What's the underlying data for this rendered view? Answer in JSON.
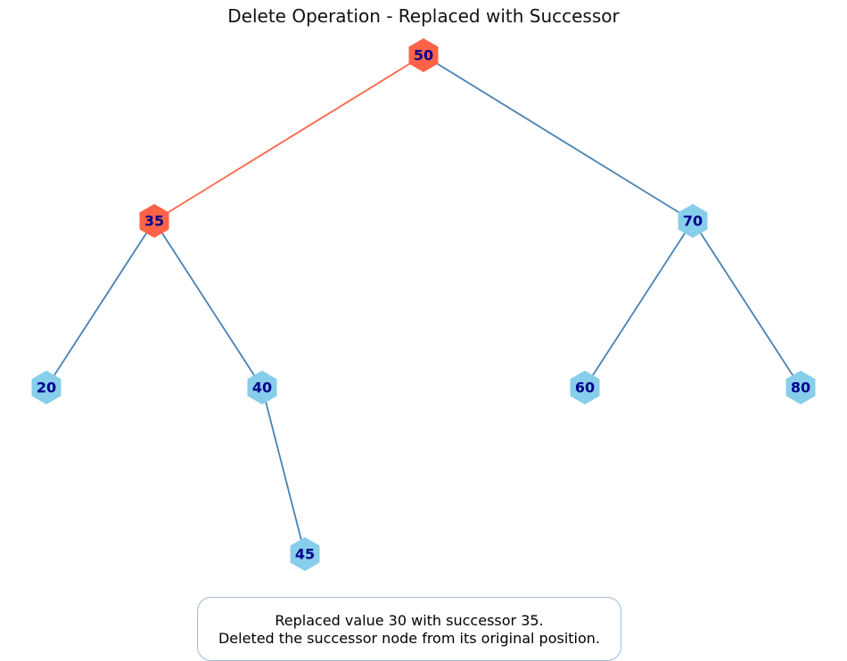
{
  "title": "Delete Operation - Replaced with Successor",
  "colors": {
    "node_default": "#87CEEB",
    "node_highlight": "#FF6347",
    "edge_default": "#4682B4",
    "edge_highlight": "#FF6347",
    "label": "#00008B"
  },
  "nodes": [
    {
      "id": "n50",
      "label": "50",
      "highlight": true
    },
    {
      "id": "n35",
      "label": "35",
      "highlight": true
    },
    {
      "id": "n70",
      "label": "70",
      "highlight": false
    },
    {
      "id": "n20",
      "label": "20",
      "highlight": false
    },
    {
      "id": "n40",
      "label": "40",
      "highlight": false
    },
    {
      "id": "n60",
      "label": "60",
      "highlight": false
    },
    {
      "id": "n80",
      "label": "80",
      "highlight": false
    },
    {
      "id": "n45",
      "label": "45",
      "highlight": false
    }
  ],
  "edges": [
    {
      "from": "n50",
      "to": "n35",
      "highlight": true
    },
    {
      "from": "n50",
      "to": "n70",
      "highlight": false
    },
    {
      "from": "n35",
      "to": "n20",
      "highlight": false
    },
    {
      "from": "n35",
      "to": "n40",
      "highlight": false
    },
    {
      "from": "n70",
      "to": "n60",
      "highlight": false
    },
    {
      "from": "n70",
      "to": "n80",
      "highlight": false
    },
    {
      "from": "n40",
      "to": "n45",
      "highlight": false
    }
  ],
  "caption": {
    "line1": "Replaced value 30 with successor 35.",
    "line2": "Deleted the successor node from its original position."
  }
}
